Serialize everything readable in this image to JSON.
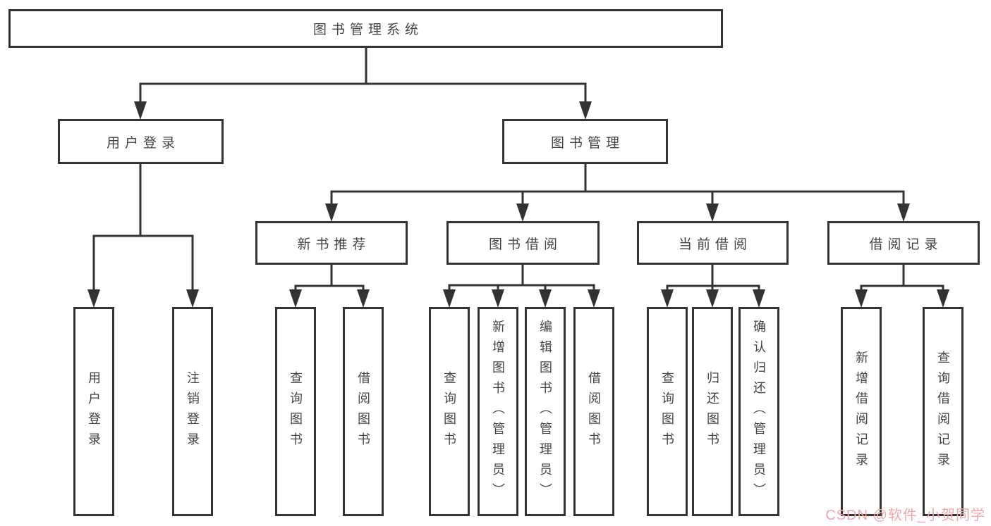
{
  "diagram_title": "图书管理系统",
  "tree": {
    "label": "图书管理系统",
    "children": [
      {
        "label": "用户登录",
        "children": [
          "用户登录",
          "注销登录"
        ]
      },
      {
        "label": "图书管理",
        "children": [
          {
            "label": "新书推荐",
            "children": [
              "查询图书",
              "借阅图书"
            ]
          },
          {
            "label": "图书借阅",
            "children": [
              "查询图书",
              "新增图书（管理员）",
              "编辑图书（管理员）",
              "借阅图书"
            ]
          },
          {
            "label": "当前借阅",
            "children": [
              "查询图书",
              "归还图书",
              "确认归还（管理员）"
            ]
          },
          {
            "label": "借阅记录",
            "children": [
              "新增借阅记录",
              "查询借阅记录"
            ]
          }
        ]
      }
    ]
  },
  "watermark": {
    "text": "CSDN @软件_小贺同学",
    "color": "#f2a6a6"
  },
  "colors": {
    "line": "#333333",
    "text": "#444444",
    "box_background": "#ffffff"
  }
}
